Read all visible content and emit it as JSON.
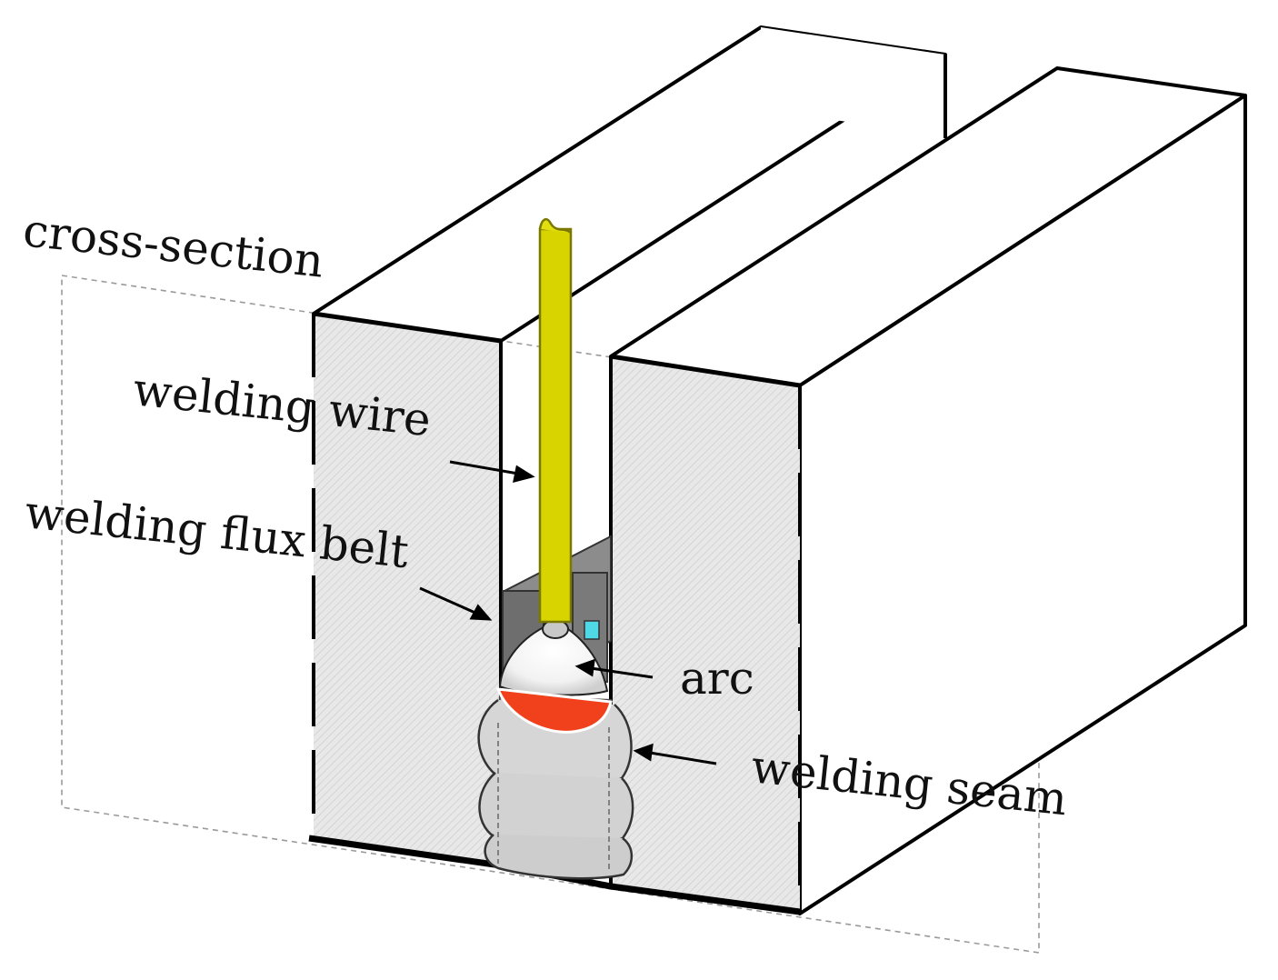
{
  "labels": {
    "cross_section": "cross-section",
    "welding_wire": "welding wire",
    "welding_flux_belt": "welding flux belt",
    "arc": "arc",
    "welding_seam": "welding seam"
  },
  "colors": {
    "outline": "#000000",
    "section_fill": "#e6e6e6",
    "wire": "#d7d400",
    "wire_outline": "#7a7800",
    "flux_belt": "#707070",
    "arc": "#f4f4f4",
    "molten_pool": "#f0401c",
    "seam": "#d2d2d2",
    "cyan_gap": "#4fd8e6"
  }
}
